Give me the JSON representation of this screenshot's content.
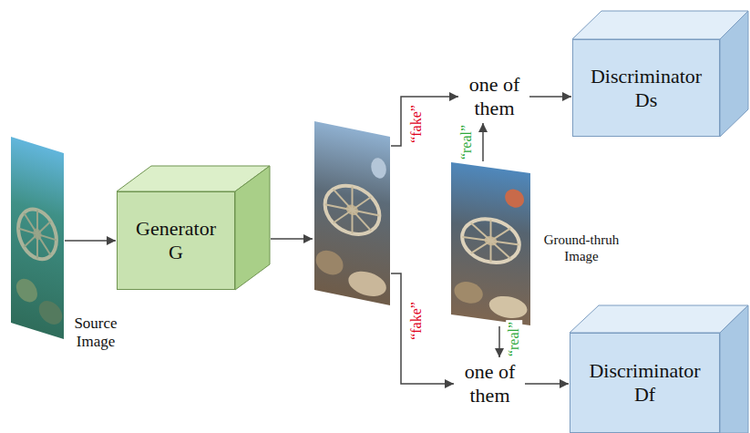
{
  "diagram": {
    "nodes": [
      {
        "text": [
          "Source Image"
        ]
      },
      {
        "text": [
          "Generator G"
        ]
      },
      {
        "text": [
          "one of them"
        ]
      },
      {
        "text": [
          "Discriminator Ds"
        ]
      },
      {
        "text": [
          "Ground-thruh Image"
        ]
      },
      {
        "text": [
          "one of them"
        ]
      },
      {
        "text": [
          "Discriminator Df"
        ]
      }
    ],
    "edges": [
      {
        "from": 0,
        "to": 1,
        "arrow": "to"
      },
      {
        "from": 2,
        "to": 3,
        "arrow": "to"
      },
      {
        "from": 4,
        "to": 2,
        "label": "“real”",
        "arrow": "to"
      },
      {
        "from": 4,
        "to": 5,
        "label": "“real”",
        "arrow": "to"
      },
      {
        "from": 5,
        "to": 6,
        "arrow": "to"
      }
    ],
    "labels": [
      "“fake”",
      "“fake”"
    ]
  }
}
